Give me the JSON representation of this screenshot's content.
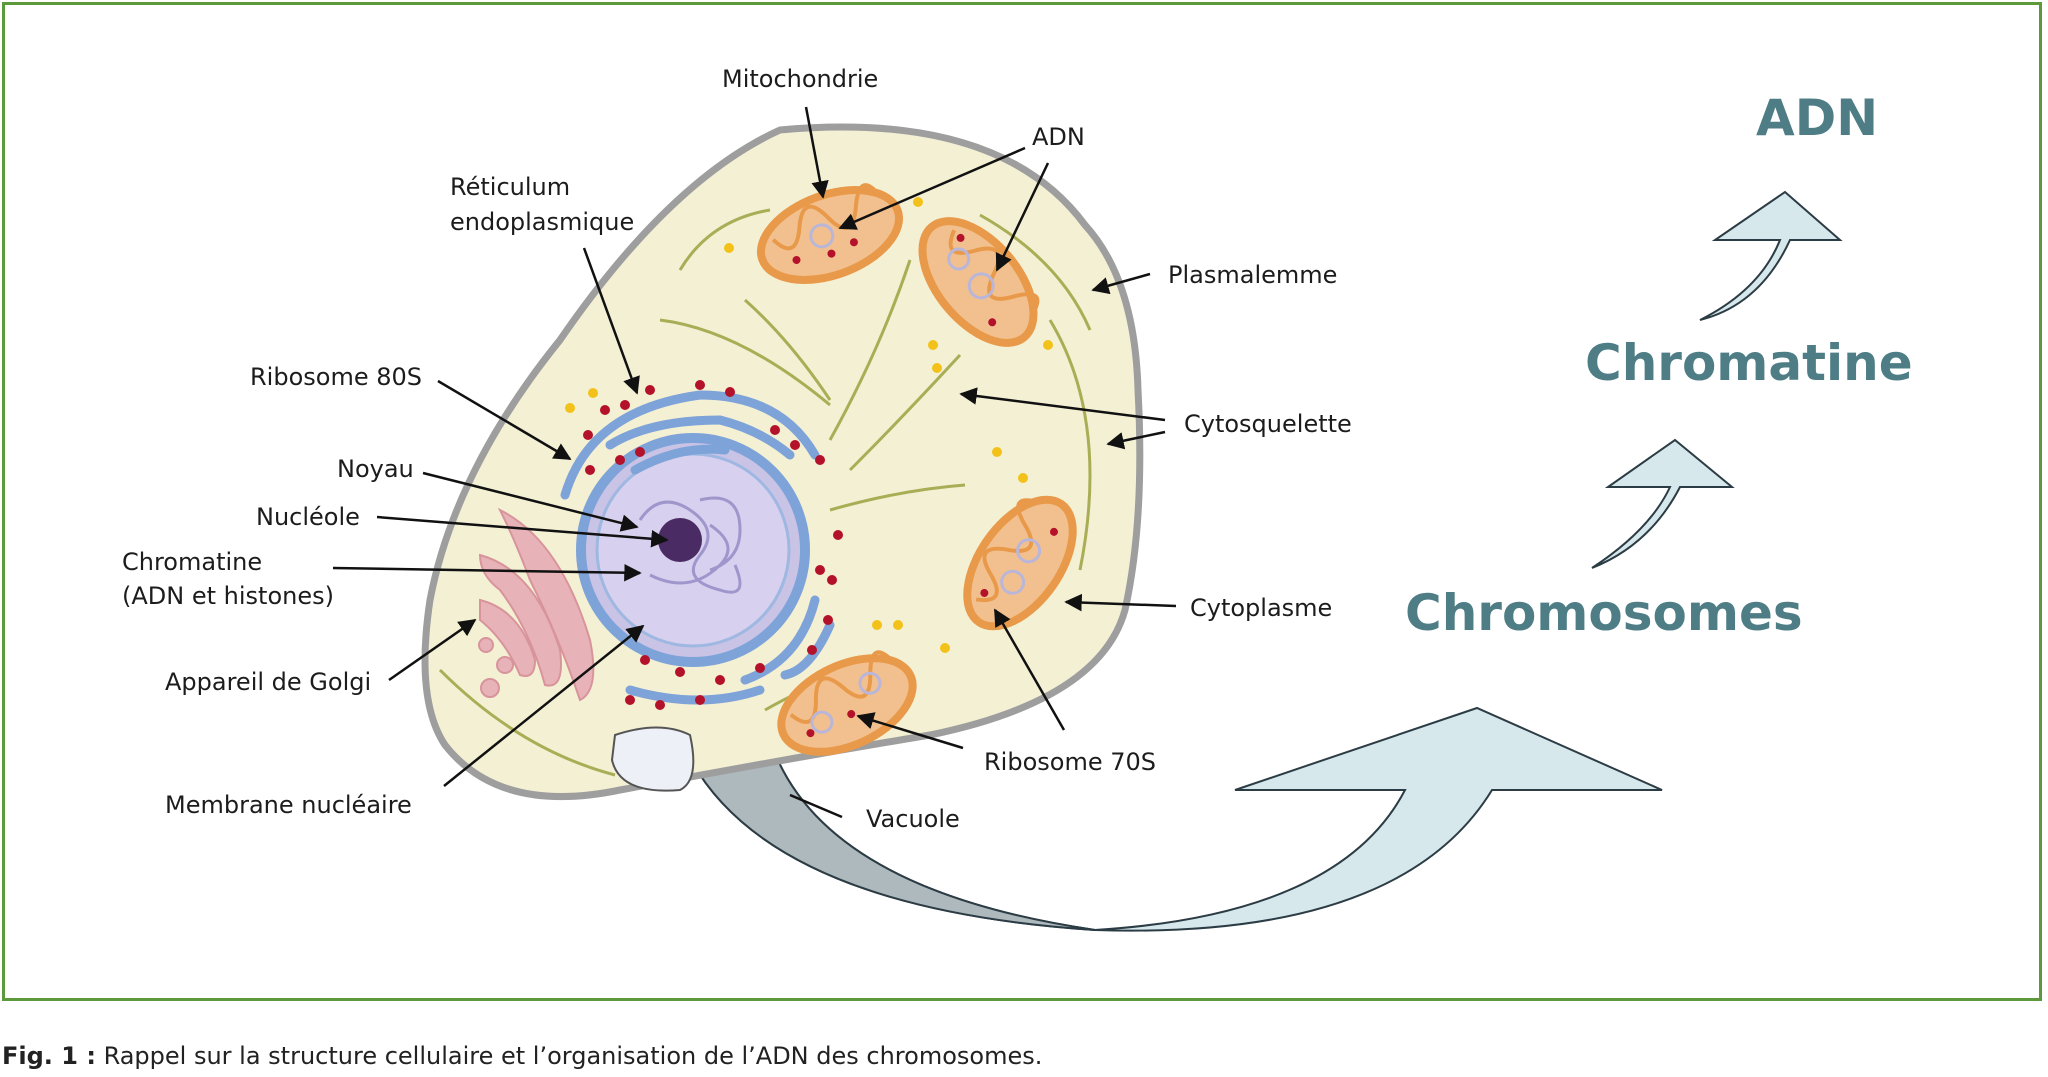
{
  "labels": {
    "mitochondrie": "Mitochondrie",
    "adn_small": "ADN",
    "reticulum_1": "Réticulum",
    "reticulum_2": "endoplasmique",
    "plasmalemme": "Plasmalemme",
    "ribosome80": "Ribosome 80S",
    "cytosquelette": "Cytosquelette",
    "noyau": "Noyau",
    "nucleole": "Nucléole",
    "chromatine_1": "Chromatine",
    "chromatine_2": "(ADN et histones)",
    "cytoplasme": "Cytoplasme",
    "golgi": "Appareil de Golgi",
    "ribosome70": "Ribosome 70S",
    "membrane": "Membrane nucléaire",
    "vacuole": "Vacuole"
  },
  "hierarchy": {
    "adn": "ADN",
    "chromatine": "Chromatine",
    "chromosomes": "Chromosomes"
  },
  "caption": {
    "prefix": "Fig. 1 :",
    "text": " Rappel sur la structure cellulaire et l’organisation de l’ADN des chromosomes."
  },
  "colors": {
    "frame": "#5c9a3c",
    "cytoplasm": "#f4f0d4",
    "membrane": "#9e9e9e",
    "nucleus": "#c9c3e6",
    "reticulum": "#7ea3d8",
    "mitochondria": "#e89a4a",
    "ribosome": "#b3122a",
    "golgi": "#e7b3b8",
    "hierarchy_text": "#4f7d86",
    "hierarchy_arrow": "#d7e8ec"
  }
}
